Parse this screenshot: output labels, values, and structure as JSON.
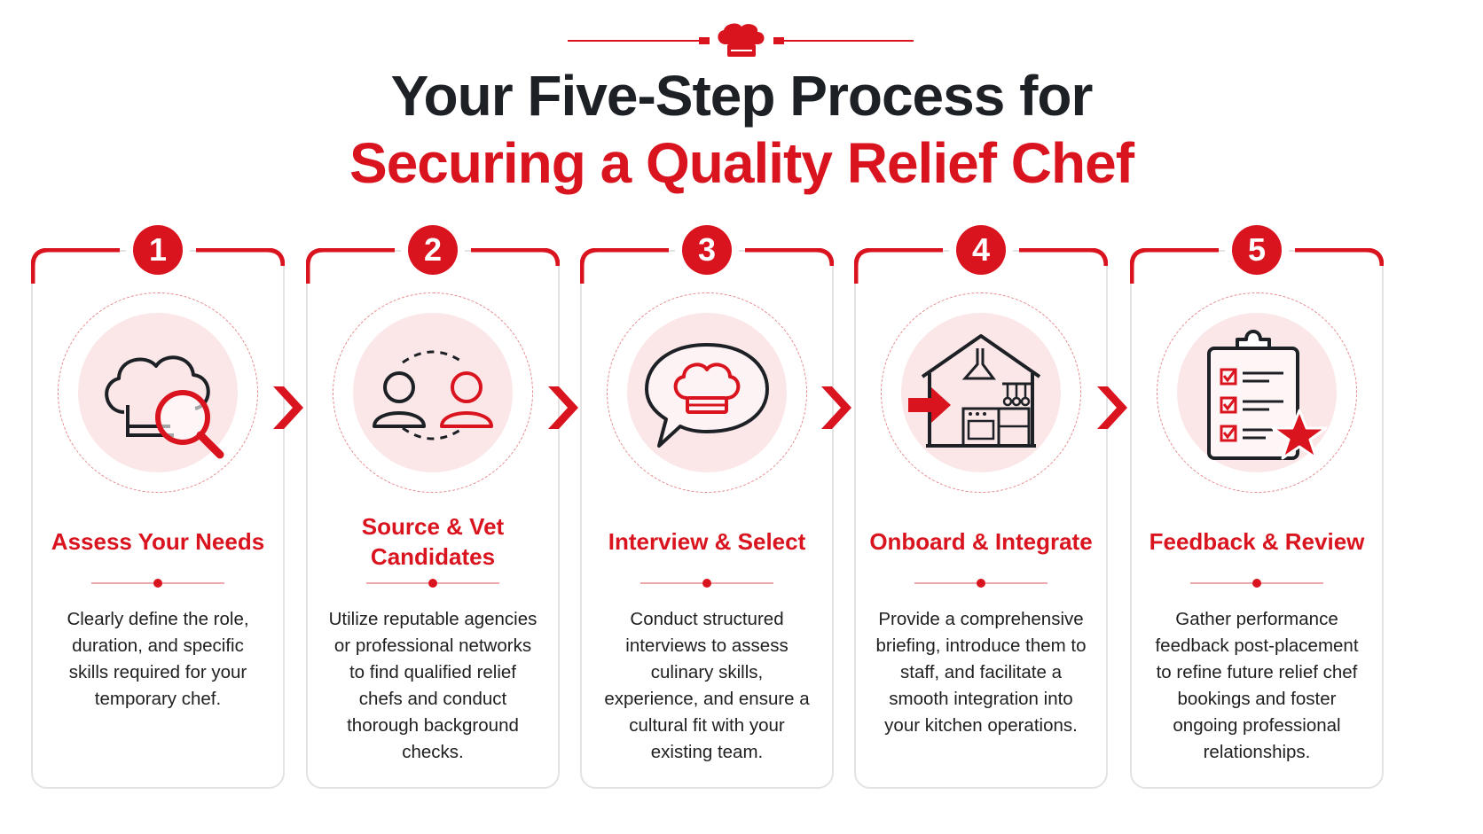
{
  "header": {
    "title_line1": "Your Five-Step Process for",
    "title_line2": "Securing a Quality Relief Chef",
    "icon": "chef-hat-icon"
  },
  "colors": {
    "accent": "#d9141f",
    "dark": "#1d2126",
    "tint": "#fbe7e8"
  },
  "steps": [
    {
      "number": "1",
      "title": "Assess Your Needs",
      "icon": "chef-hat-magnifier-icon",
      "description": "Clearly define the role, duration, and specific skills required for your temporary chef."
    },
    {
      "number": "2",
      "title": "Source & Vet Candidates",
      "icon": "two-people-exchange-icon",
      "description": "Utilize reputable agencies or professional networks to find qualified relief chefs and conduct thorough background checks."
    },
    {
      "number": "3",
      "title": "Interview & Select",
      "icon": "speech-bubble-chef-hat-icon",
      "description": "Conduct structured interviews to assess culinary skills, experience, and ensure a cultural fit with your existing team."
    },
    {
      "number": "4",
      "title": "Onboard & Integrate",
      "icon": "kitchen-entry-icon",
      "description": "Provide a comprehensive briefing, introduce them to staff, and facilitate a smooth integration into your kitchen operations."
    },
    {
      "number": "5",
      "title": "Feedback & Review",
      "icon": "clipboard-checklist-star-icon",
      "description": "Gather performance feedback post-placement to refine future relief chef bookings and foster ongoing professional relationships."
    }
  ]
}
